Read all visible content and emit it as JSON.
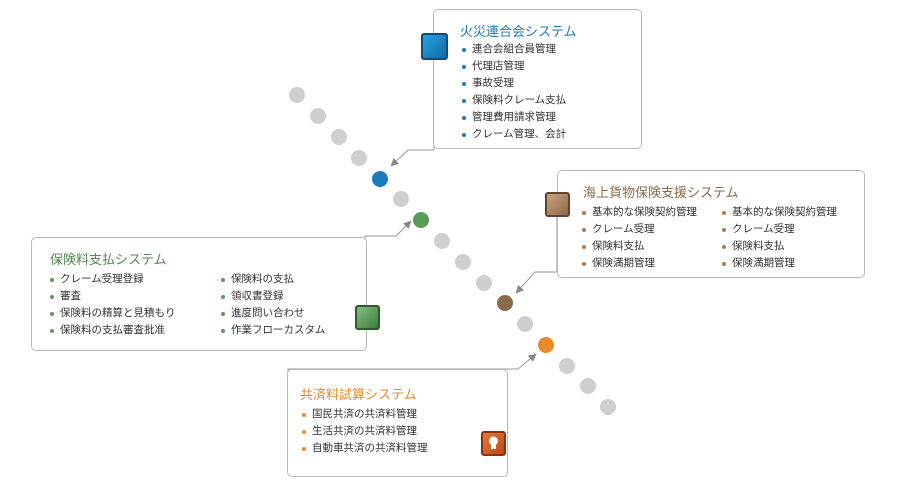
{
  "colors": {
    "blue": "#1a7bbd",
    "brown": "#8a6a4a",
    "green": "#5a9a5a",
    "orange": "#e8892b",
    "dot": "#cfcfcf"
  },
  "kasai": {
    "title": "火災連合会システム",
    "items": [
      "連合会組合員管理",
      "代理店管理",
      "事故受理",
      "保険料クレーム支払",
      "管理費用請求管理",
      "クレーム管理、会計"
    ]
  },
  "kaijo": {
    "title": "海上貨物保険支援システム",
    "col1": [
      "基本的な保険契約管理",
      "クレーム受理",
      "保険料支払",
      "保険満期管理"
    ],
    "col2": [
      "基本的な保険契約管理",
      "クレーム受理",
      "保険料支払",
      "保険満期管理"
    ]
  },
  "hoken": {
    "title": "保険料支払システム",
    "col1": [
      "クレーム受理登録",
      "審査",
      "保険料の精算と見積もり",
      "保険料の支払審査批准"
    ],
    "col2": [
      "保険料の支払",
      "領収書登録",
      "進度問い合わせ",
      "作業フローカスタム"
    ]
  },
  "kyosai": {
    "title": "共済料試算システム",
    "items": [
      "国民共済の共済料管理",
      "生活共済の共済料管理",
      "自動車共済の共済料管理"
    ]
  }
}
